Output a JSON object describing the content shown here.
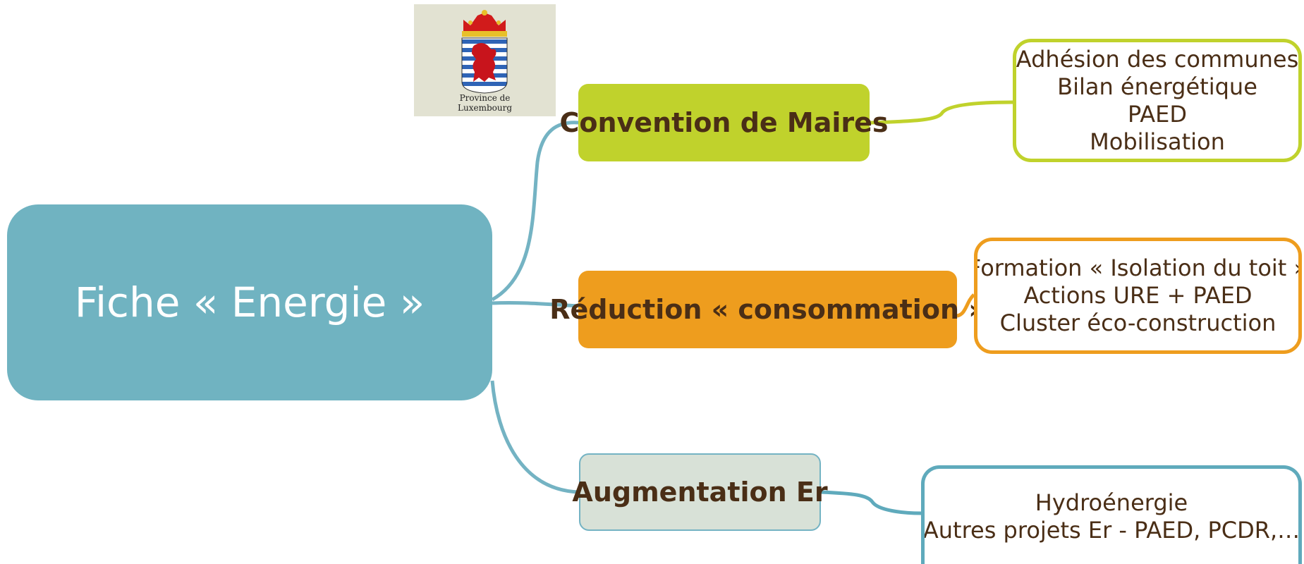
{
  "logo": {
    "line1": "Province de",
    "line2": "Luxembourg"
  },
  "central": {
    "label": "Fiche « Energie »"
  },
  "branches": [
    {
      "label": "Convention de Maires",
      "color": "#c0d22c",
      "items": [
        "Adhésion des communes",
        "Bilan énergétique",
        "PAED",
        "Mobilisation"
      ]
    },
    {
      "label": "Réduction « consommation »",
      "color": "#ee9d1e",
      "items": [
        "Formation « Isolation du toit »",
        "Actions URE + PAED",
        "Cluster éco-construction"
      ]
    },
    {
      "label": "Augmentation Er",
      "color": "#d8e1d7",
      "items": [
        "Hydroénergie",
        "Autres projets Er - PAED, PCDR,…"
      ]
    }
  ],
  "colors": {
    "central": "#70b3c1",
    "connector_main": "#74b3c3",
    "text_dark": "#4a2e16"
  }
}
